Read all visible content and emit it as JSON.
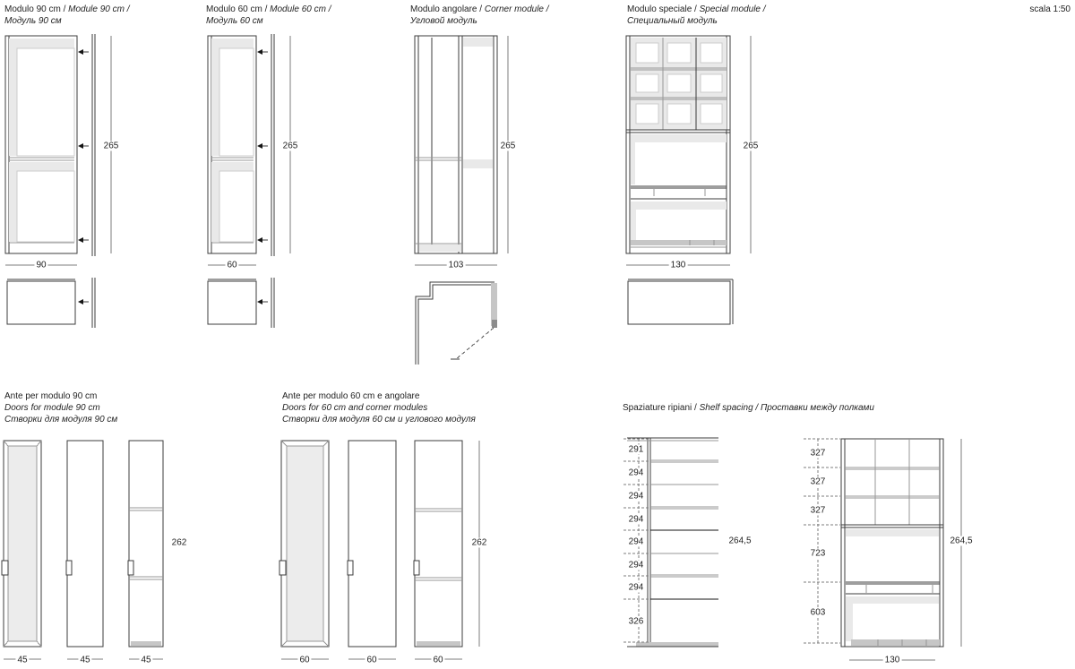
{
  "scale_note": "scala 1:50",
  "sections": {
    "module90": {
      "title_it": "Modulo 90 cm /",
      "title_en": " Module 90 cm /",
      "title_ru": "Модуль 90 см",
      "height": "265",
      "width": "90"
    },
    "module60": {
      "title_it": "Modulo 60 cm /",
      "title_en": " Module 60 cm /",
      "title_ru": "Модуль 60 см",
      "height": "265",
      "width": "60"
    },
    "corner": {
      "title_it": "Modulo angolare /",
      "title_en": " Corner module /",
      "title_ru": "Угловой модуль",
      "height": "265",
      "width": "103"
    },
    "special": {
      "title_it": "Modulo speciale /",
      "title_en": " Special module /",
      "title_ru": "Специальный модуль",
      "height": "265",
      "width": "130"
    },
    "doors90": {
      "title_it": "Ante per modulo 90 cm",
      "title_en": "Doors for module 90 cm",
      "title_ru": "Створки для модуля 90 см",
      "height": "262",
      "door_widths": [
        "45",
        "45",
        "45"
      ]
    },
    "doors60": {
      "title_it": "Ante per modulo 60 cm e angolare",
      "title_en": "Doors for 60 cm and corner modules",
      "title_ru": "Створки для модуля 60 см и углового модуля",
      "height": "262",
      "door_widths": [
        "60",
        "60",
        "60"
      ]
    },
    "shelf_spacing": {
      "title_it": "Spaziature ripiani /",
      "title_en": " Shelf spacing /",
      "title_ru": " Проставки между полками",
      "left_diagram": {
        "spacings": [
          "291",
          "294",
          "294",
          "294",
          "294",
          "294",
          "294",
          "326"
        ],
        "total_height": "264,5"
      },
      "right_diagram": {
        "spacings": [
          "327",
          "327",
          "327",
          "723",
          "603"
        ],
        "total_height": "264,5",
        "width": "130"
      }
    }
  }
}
